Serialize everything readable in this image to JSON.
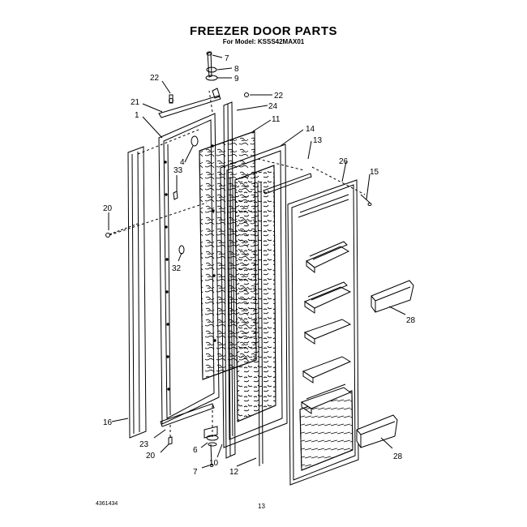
{
  "title": "FREEZER DOOR PARTS",
  "subtitle": "For Model: KSSS42MAX01",
  "footer_code": "4361434",
  "page_number": "13",
  "callouts": [
    {
      "id": "c7a",
      "label": "7"
    },
    {
      "id": "c8",
      "label": "8"
    },
    {
      "id": "c9",
      "label": "9"
    },
    {
      "id": "c22a",
      "label": "22"
    },
    {
      "id": "c21",
      "label": "21"
    },
    {
      "id": "c1",
      "label": "1"
    },
    {
      "id": "c22b",
      "label": "22"
    },
    {
      "id": "c24",
      "label": "24"
    },
    {
      "id": "c11",
      "label": "11"
    },
    {
      "id": "c14",
      "label": "14"
    },
    {
      "id": "c13",
      "label": "13"
    },
    {
      "id": "c4",
      "label": "4"
    },
    {
      "id": "c33",
      "label": "33"
    },
    {
      "id": "c26",
      "label": "26"
    },
    {
      "id": "c15",
      "label": "15"
    },
    {
      "id": "c20a",
      "label": "20"
    },
    {
      "id": "c32",
      "label": "32"
    },
    {
      "id": "c28a",
      "label": "28"
    },
    {
      "id": "c16",
      "label": "16"
    },
    {
      "id": "c23",
      "label": "23"
    },
    {
      "id": "c20b",
      "label": "20"
    },
    {
      "id": "c6",
      "label": "6"
    },
    {
      "id": "c10",
      "label": "10"
    },
    {
      "id": "c12",
      "label": "12"
    },
    {
      "id": "c7b",
      "label": "7"
    },
    {
      "id": "c28b",
      "label": "28"
    }
  ]
}
